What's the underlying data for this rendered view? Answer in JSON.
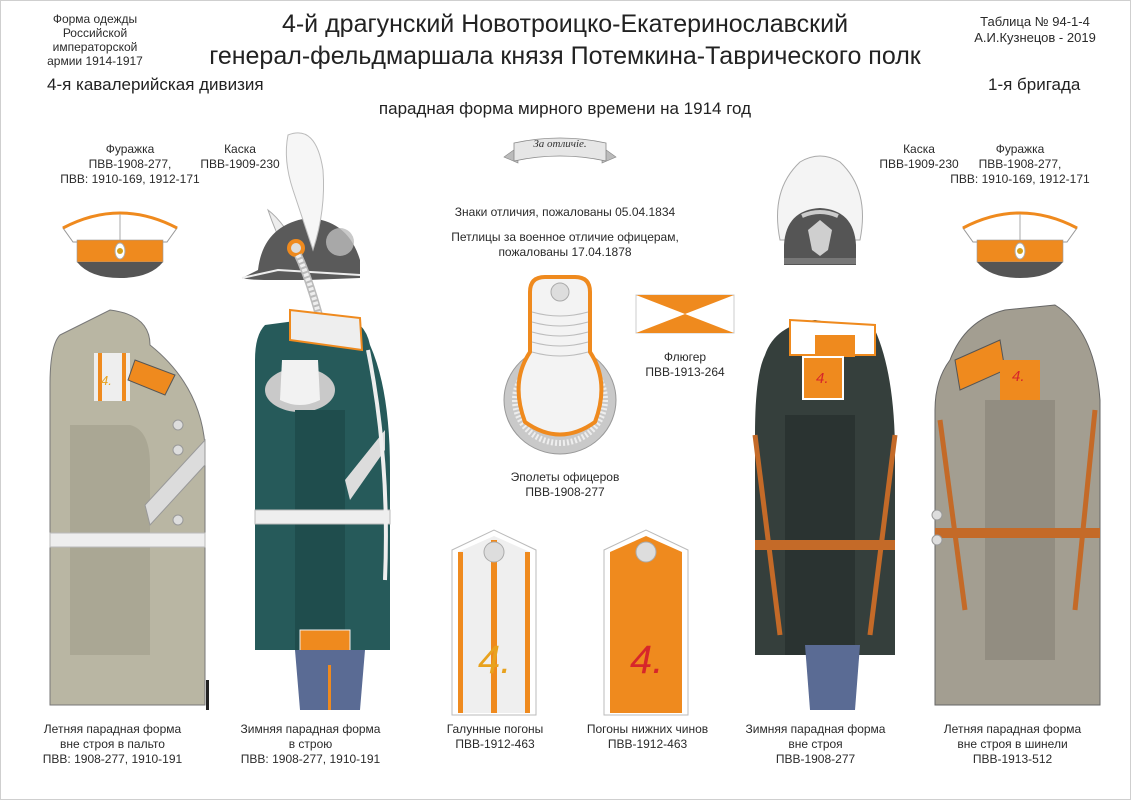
{
  "header": {
    "left_block": [
      "Форма одежды",
      "Российской императорской",
      "армии  1914-1917"
    ],
    "title_line1": "4-й драгунский Новотроицко-Екатеринославский",
    "title_line2": "генерал-фельдмаршала князя Потемкина-Таврического полк",
    "right_block": [
      "Таблица № 94-1-4",
      "А.И.Кузнецов - 2019"
    ],
    "division": "4-я кавалерийская дивизия",
    "brigade": "1-я бригада",
    "subtitle": "парадная форма мирного времени на 1914 год"
  },
  "headgear": {
    "left_cap": {
      "name": "Фуражка",
      "codes": [
        "ПВВ-1908-277,",
        "ПВВ: 1910-169, 1912-171"
      ]
    },
    "left_helmet": {
      "name": "Каска",
      "codes": [
        "ПВВ-1909-230"
      ]
    },
    "right_helmet": {
      "name": "Каска",
      "codes": [
        "ПВВ-1909-230"
      ]
    },
    "right_cap": {
      "name": "Фуражка",
      "codes": [
        "ПВВ-1908-277,",
        "ПВВ: 1910-169, 1912-171"
      ]
    }
  },
  "distinctions": {
    "ribbon_text": "За отличіе.",
    "badge_note": "Знаки отличия, пожалованы 05.04.1834",
    "collar_note": [
      "Петлицы за военное отличие офицерам,",
      "пожалованы  17.04.1878"
    ]
  },
  "pennant": {
    "label": "Флюгер",
    "code": "ПВВ-1913-264"
  },
  "epaulette": {
    "label": "Эполеты офицеров",
    "code": "ПВВ-1908-277"
  },
  "shoulder_straps": [
    {
      "label": "Галунные погоны",
      "code": "ПВВ-1912-463",
      "number": "4."
    },
    {
      "label": "Погоны нижних чинов",
      "code": "ПВВ-1912-463",
      "number": "4."
    }
  ],
  "figures": [
    {
      "lines": [
        "Летняя парадная форма",
        "вне строя в пальто",
        "ПВВ: 1908-277, 1910-191"
      ],
      "badge_number": "4."
    },
    {
      "lines": [
        "Зимняя парадная форма",
        "в строю",
        "ПВВ: 1908-277, 1910-191"
      ]
    },
    {
      "lines": [
        "Зимняя парадная форма",
        "вне строя",
        "ПВВ-1908-277"
      ],
      "badge_number": "4."
    },
    {
      "lines": [
        "Летняя парадная форма",
        "вне строя в шинели",
        "ПВВ-1913-512"
      ],
      "badge_number": "4."
    }
  ],
  "colors": {
    "orange": "#ef8a1e",
    "tunic_green": "#265a5a",
    "tunic_dark": "#353f3c",
    "khaki": "#b9b6a3",
    "greatcoat": "#a39e91",
    "trousers": "#5a6b94",
    "silver": "#d9d9d9",
    "helmet_grey": "#555555",
    "number_red": "#d7262a",
    "number_gold": "#e8a21e"
  }
}
